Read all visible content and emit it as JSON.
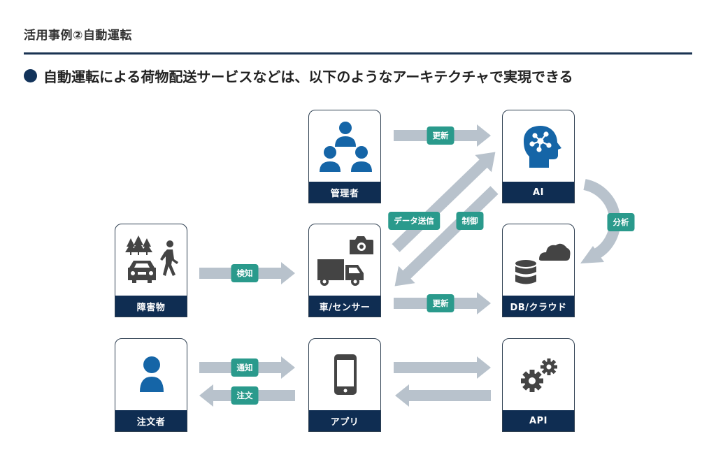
{
  "page": {
    "section_title": "活用事例②自動運転",
    "headline": "自動運転による荷物配送サービスなどは、以下のようなアーキテクチャで実現できる"
  },
  "colors": {
    "icon_blue": "#1565a7",
    "icon_gray": "#444444",
    "label_navy": "#0f2d52",
    "badge_teal": "#2a9a8c",
    "arrow_gray": "#b8c2cc"
  },
  "nodes": {
    "manager": {
      "label": "管理者",
      "icon": "people-group-icon"
    },
    "ai": {
      "label": "AI",
      "icon": "ai-head-icon"
    },
    "obstacle": {
      "label": "障害物",
      "icon": "obstacles-icon"
    },
    "vehicle": {
      "label": "車/センサー",
      "icon": "truck-camera-icon"
    },
    "db": {
      "label": "DB/クラウド",
      "icon": "database-cloud-icon"
    },
    "customer": {
      "label": "注文者",
      "icon": "person-icon"
    },
    "app": {
      "label": "アプリ",
      "icon": "smartphone-icon"
    },
    "api": {
      "label": "API",
      "icon": "gears-icon"
    }
  },
  "edges": [
    {
      "from": "管理者",
      "to": "AI",
      "label": "更新"
    },
    {
      "from": "車/センサー",
      "to": "AI",
      "label": "データ送信"
    },
    {
      "from": "AI",
      "to": "車/センサー",
      "label": "制御"
    },
    {
      "from": "AI",
      "to": "DB/クラウド",
      "label": "分析"
    },
    {
      "from": "障害物",
      "to": "車/センサー",
      "label": "検知"
    },
    {
      "from": "車/センサー",
      "to": "DB/クラウド",
      "label": "更新"
    },
    {
      "from": "注文者",
      "to": "アプリ",
      "label": "通知"
    },
    {
      "from": "アプリ",
      "to": "注文者",
      "label": "注文"
    },
    {
      "from": "アプリ",
      "to": "API",
      "label": ""
    },
    {
      "from": "API",
      "to": "アプリ",
      "label": ""
    }
  ]
}
